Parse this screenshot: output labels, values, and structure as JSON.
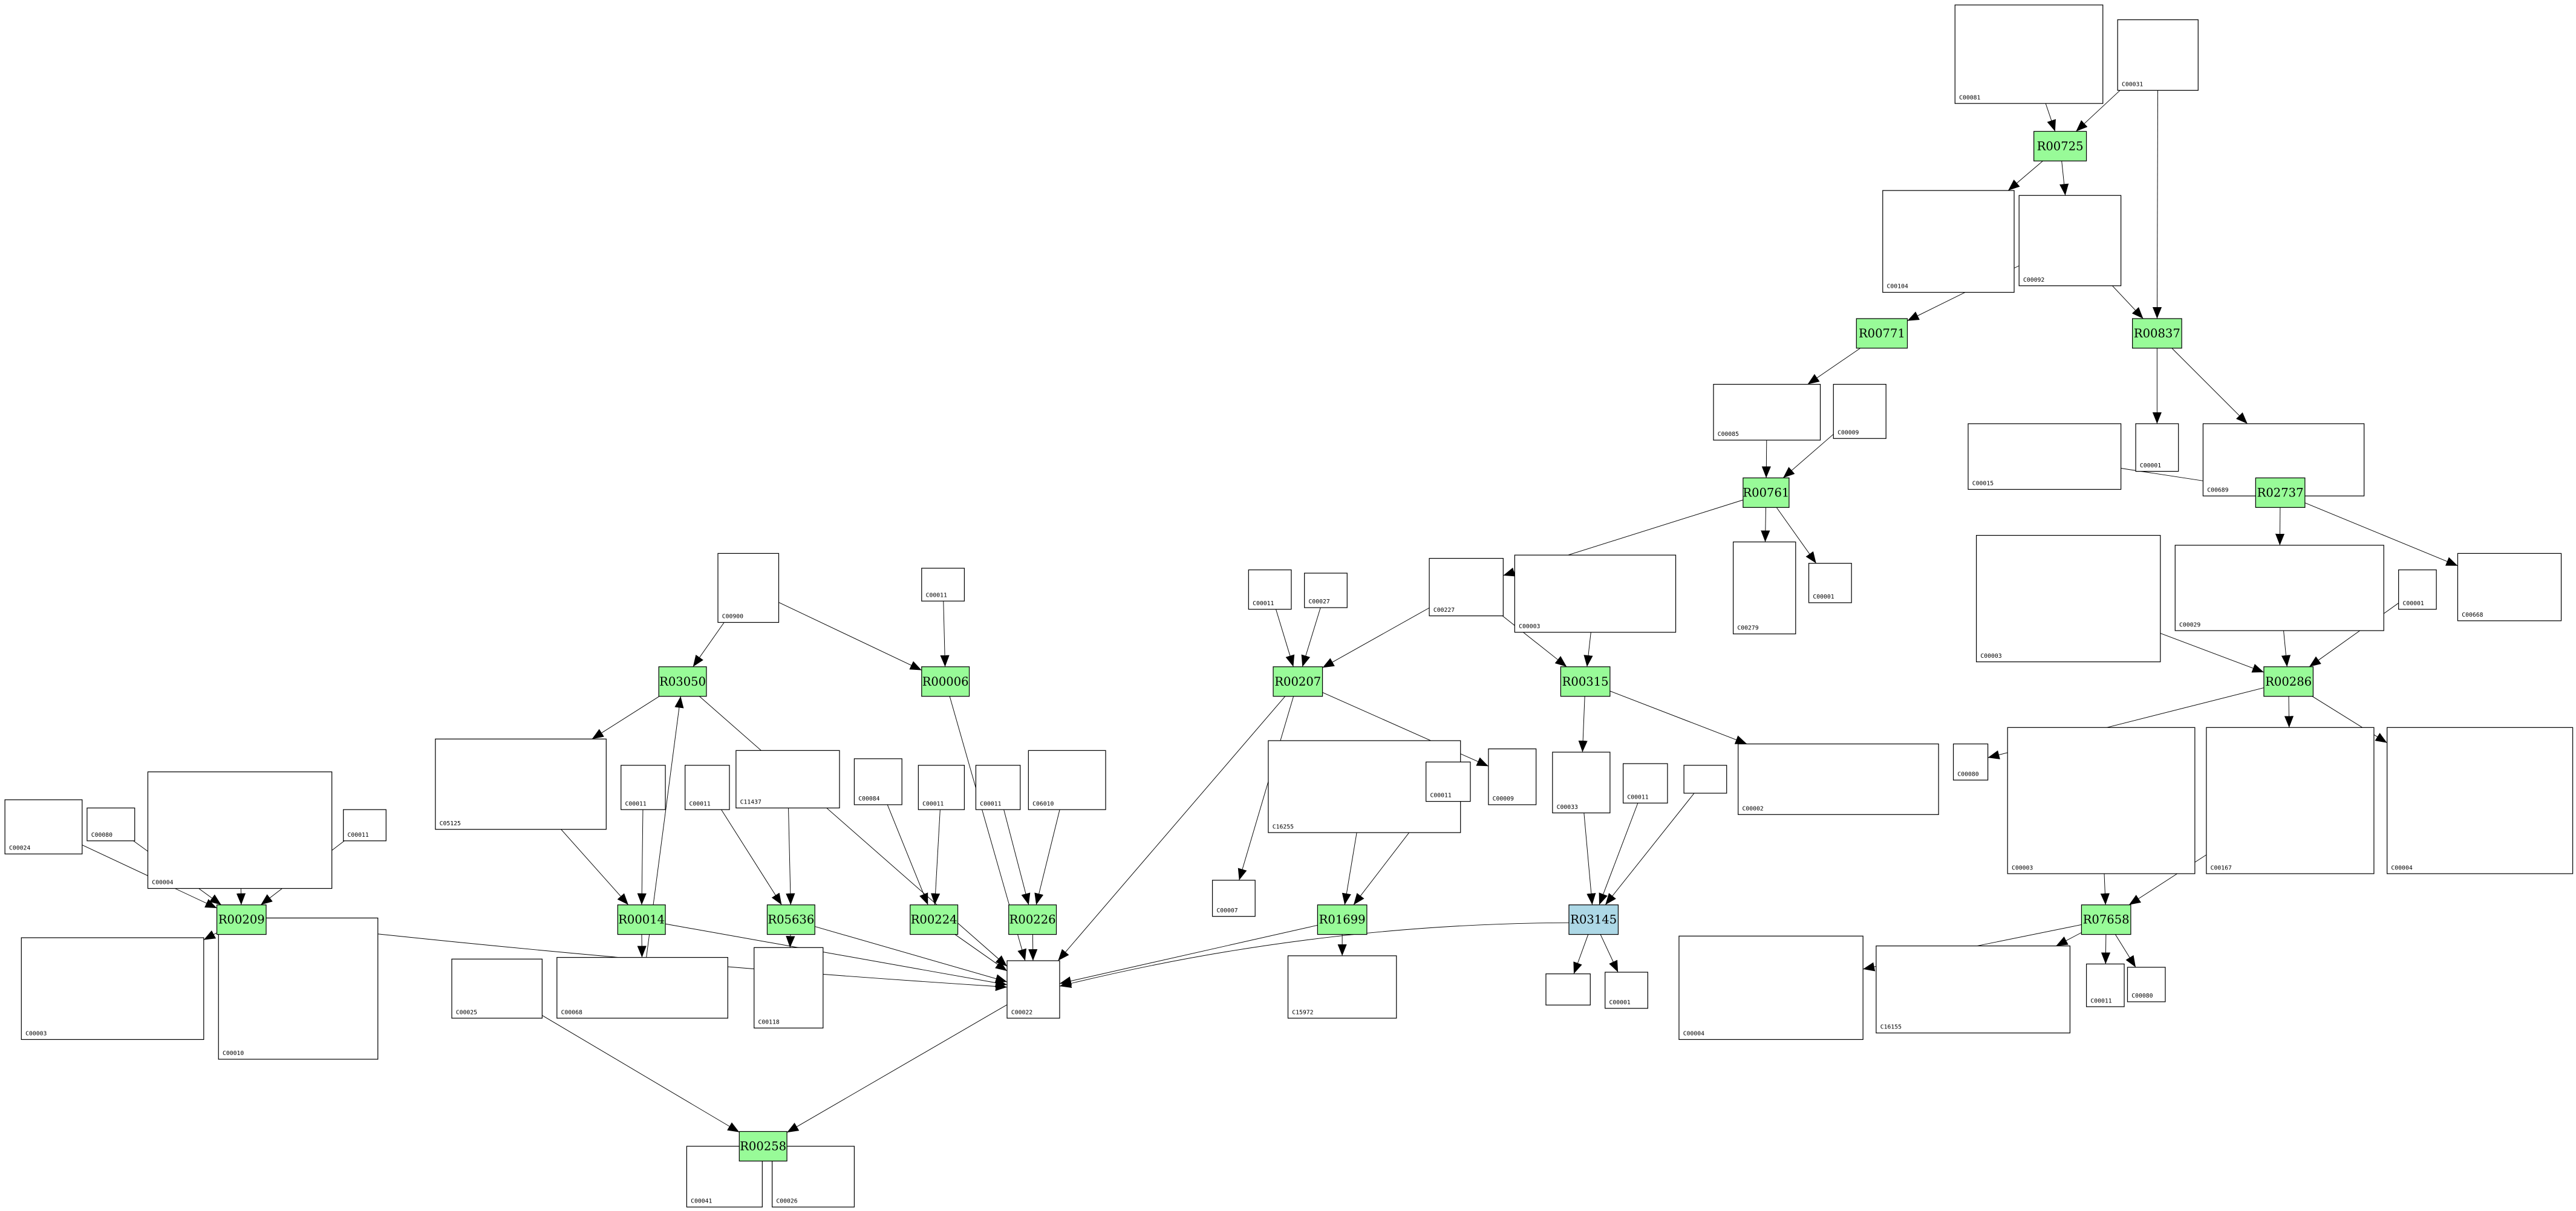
{
  "colors": {
    "reaction_default": "#98fb98",
    "reaction_highlight": "#add8e6",
    "edge": "#000000"
  },
  "reactions": [
    {
      "key": "R00725",
      "label": "R00725",
      "status": "default"
    },
    {
      "key": "R00771",
      "label": "R00771",
      "status": "default"
    },
    {
      "key": "R00837",
      "label": "R00837",
      "status": "default"
    },
    {
      "key": "R00761",
      "label": "R00761",
      "status": "default"
    },
    {
      "key": "R02737",
      "label": "R02737",
      "status": "default"
    },
    {
      "key": "R00207",
      "label": "R00207",
      "status": "default"
    },
    {
      "key": "R00315",
      "label": "R00315",
      "status": "default"
    },
    {
      "key": "R00286",
      "label": "R00286",
      "status": "default"
    },
    {
      "key": "R03050",
      "label": "R03050",
      "status": "default"
    },
    {
      "key": "R00006",
      "label": "R00006",
      "status": "default"
    },
    {
      "key": "R00209",
      "label": "R00209",
      "status": "default"
    },
    {
      "key": "R00014",
      "label": "R00014",
      "status": "default"
    },
    {
      "key": "R05636",
      "label": "R05636",
      "status": "default"
    },
    {
      "key": "R00224",
      "label": "R00224",
      "status": "default"
    },
    {
      "key": "R00226",
      "label": "R00226",
      "status": "default"
    },
    {
      "key": "R01699",
      "label": "R01699",
      "status": "default"
    },
    {
      "key": "R03145",
      "label": "R03145",
      "status": "highlight"
    },
    {
      "key": "R07658",
      "label": "R07658",
      "status": "default"
    },
    {
      "key": "R00258",
      "label": "R00258",
      "status": "default"
    }
  ],
  "compounds": [
    {
      "key": "c00081",
      "label": "C00081"
    },
    {
      "key": "c00031",
      "label": "C00031"
    },
    {
      "key": "c00104",
      "label": "C00104"
    },
    {
      "key": "c00092",
      "label": "C00092"
    },
    {
      "key": "c00085",
      "label": "C00085"
    },
    {
      "key": "c00009a",
      "label": "C00009"
    },
    {
      "key": "c00015",
      "label": "C00015"
    },
    {
      "key": "c00001a",
      "label": "C00001"
    },
    {
      "key": "c00689",
      "label": "C00689"
    },
    {
      "key": "c00279",
      "label": "C00279"
    },
    {
      "key": "c00001b",
      "label": "C00001"
    },
    {
      "key": "c00227",
      "label": "C00227"
    },
    {
      "key": "c00003a",
      "label": "C00003"
    },
    {
      "key": "c00011a",
      "label": "C00011"
    },
    {
      "key": "c00027",
      "label": "C00027"
    },
    {
      "key": "c00900",
      "label": "C00900"
    },
    {
      "key": "c00011b",
      "label": "C00011"
    },
    {
      "key": "c00003b",
      "label": "C00003"
    },
    {
      "key": "c00029",
      "label": "C00029"
    },
    {
      "key": "c00001c",
      "label": "C00001"
    },
    {
      "key": "c00668",
      "label": "C00668"
    },
    {
      "key": "c00024",
      "label": "C00024"
    },
    {
      "key": "c00080a",
      "label": "C00080"
    },
    {
      "key": "c00004a",
      "label": "C00004"
    },
    {
      "key": "c00011c",
      "label": "C00011"
    },
    {
      "key": "c05125",
      "label": "C05125"
    },
    {
      "key": "c00011d",
      "label": "C00011"
    },
    {
      "key": "c00011e",
      "label": "C00011"
    },
    {
      "key": "c11437",
      "label": "C11437"
    },
    {
      "key": "c00084",
      "label": "C00084"
    },
    {
      "key": "c00011f",
      "label": "C00011"
    },
    {
      "key": "c00011g",
      "label": "C00011"
    },
    {
      "key": "c06010",
      "label": "C06010"
    },
    {
      "key": "c00007",
      "label": "C00007"
    },
    {
      "key": "c16255",
      "label": "C16255"
    },
    {
      "key": "c00009b",
      "label": "C00009"
    },
    {
      "key": "c00011h",
      "label": "C00011"
    },
    {
      "key": "c00033",
      "label": "C00033"
    },
    {
      "key": "c00011i",
      "label": "C00011"
    },
    {
      "key": "empty1",
      "label": ""
    },
    {
      "key": "c00002",
      "label": "C00002"
    },
    {
      "key": "c00080b",
      "label": "C00080"
    },
    {
      "key": "c00003c",
      "label": "C00003"
    },
    {
      "key": "c00167",
      "label": "C00167"
    },
    {
      "key": "c00004b",
      "label": "C00004"
    },
    {
      "key": "c00003d",
      "label": "C00003"
    },
    {
      "key": "c00010",
      "label": "C00010"
    },
    {
      "key": "c00025",
      "label": "C00025"
    },
    {
      "key": "c00068",
      "label": "C00068"
    },
    {
      "key": "c00118",
      "label": "C00118"
    },
    {
      "key": "c00022",
      "label": "C00022"
    },
    {
      "key": "c15972",
      "label": "C15972"
    },
    {
      "key": "empty2",
      "label": ""
    },
    {
      "key": "c00001d",
      "label": "C00001"
    },
    {
      "key": "c00004c",
      "label": "C00004"
    },
    {
      "key": "c16155",
      "label": "C16155"
    },
    {
      "key": "c00011j",
      "label": "C00011"
    },
    {
      "key": "c00080c",
      "label": "C00080"
    },
    {
      "key": "c00041",
      "label": "C00041"
    },
    {
      "key": "c00026",
      "label": "C00026"
    }
  ],
  "edges": [
    [
      "c00081",
      "R00725"
    ],
    [
      "c00031",
      "R00725"
    ],
    [
      "R00725",
      "c00104"
    ],
    [
      "R00725",
      "c00092"
    ],
    [
      "c00092",
      "R00771"
    ],
    [
      "c00092",
      "R00837"
    ],
    [
      "c00031",
      "R00837"
    ],
    [
      "R00771",
      "c00085"
    ],
    [
      "R00837",
      "c00001a"
    ],
    [
      "R00837",
      "c00689"
    ],
    [
      "c00085",
      "R00761"
    ],
    [
      "c00009a",
      "R00761"
    ],
    [
      "R00761",
      "c00227"
    ],
    [
      "R00761",
      "c00279"
    ],
    [
      "R00761",
      "c00001b"
    ],
    [
      "c00689",
      "R02737"
    ],
    [
      "c00015",
      "R02737"
    ],
    [
      "R02737",
      "c00029"
    ],
    [
      "R02737",
      "c00668"
    ],
    [
      "c00011a",
      "R00207"
    ],
    [
      "c00027",
      "R00207"
    ],
    [
      "c00227",
      "R00207"
    ],
    [
      "R00207",
      "c00007"
    ],
    [
      "R00207",
      "c00009b"
    ],
    [
      "R00207",
      "c00022"
    ],
    [
      "c00227",
      "R00315"
    ],
    [
      "c00003a",
      "R00315"
    ],
    [
      "R00315",
      "c00033"
    ],
    [
      "R00315",
      "c00002"
    ],
    [
      "c00003b",
      "R00286"
    ],
    [
      "c00029",
      "R00286"
    ],
    [
      "c00001c",
      "R00286"
    ],
    [
      "R00286",
      "c00080b"
    ],
    [
      "R00286",
      "c00167"
    ],
    [
      "R00286",
      "c00004b"
    ],
    [
      "c00900",
      "R03050"
    ],
    [
      "c00900",
      "R00006"
    ],
    [
      "c00011b",
      "R00006"
    ],
    [
      "c00068",
      "R03050"
    ],
    [
      "R03050",
      "c05125"
    ],
    [
      "R03050",
      "c00022"
    ],
    [
      "R00006",
      "c00022"
    ],
    [
      "c00024",
      "R00209"
    ],
    [
      "c00080a",
      "R00209"
    ],
    [
      "c00004a",
      "R00209"
    ],
    [
      "c00011c",
      "R00209"
    ],
    [
      "R00209",
      "c00003d"
    ],
    [
      "R00209",
      "c00010"
    ],
    [
      "R00209",
      "c00022"
    ],
    [
      "c05125",
      "R00014"
    ],
    [
      "c00011d",
      "R00014"
    ],
    [
      "R00014",
      "c00068"
    ],
    [
      "R00014",
      "c00022"
    ],
    [
      "c00011e",
      "R05636"
    ],
    [
      "c11437",
      "R05636"
    ],
    [
      "R05636",
      "c00118"
    ],
    [
      "R05636",
      "c00022"
    ],
    [
      "c00084",
      "R00224"
    ],
    [
      "c00011f",
      "R00224"
    ],
    [
      "R00224",
      "c00022"
    ],
    [
      "c00011g",
      "R00226"
    ],
    [
      "c06010",
      "R00226"
    ],
    [
      "R00226",
      "c00022"
    ],
    [
      "c16255",
      "R01699"
    ],
    [
      "c00011h",
      "R01699"
    ],
    [
      "R01699",
      "c15972"
    ],
    [
      "R01699",
      "c00022"
    ],
    [
      "c00033",
      "R03145"
    ],
    [
      "c00011i",
      "R03145"
    ],
    [
      "empty1",
      "R03145"
    ],
    [
      "R03145",
      "empty2"
    ],
    [
      "R03145",
      "c00001d"
    ],
    [
      "R03145",
      "c00022"
    ],
    [
      "c00003c",
      "R07658"
    ],
    [
      "c00167",
      "R07658"
    ],
    [
      "R07658",
      "c00004c"
    ],
    [
      "R07658",
      "c16155"
    ],
    [
      "R07658",
      "c00011j"
    ],
    [
      "R07658",
      "c00080c"
    ],
    [
      "c00025",
      "R00258"
    ],
    [
      "c00022",
      "R00258"
    ],
    [
      "R00258",
      "c00041"
    ],
    [
      "R00258",
      "c00026"
    ]
  ]
}
